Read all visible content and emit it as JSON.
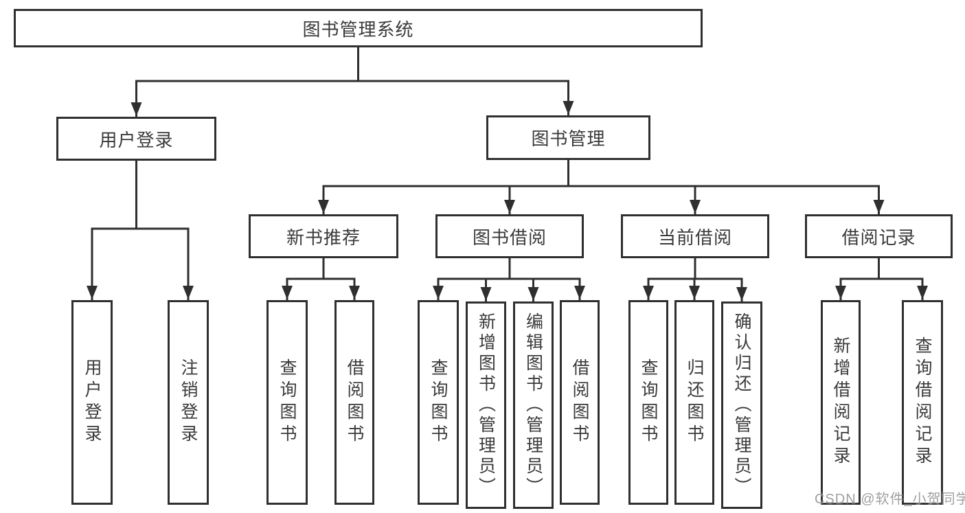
{
  "colors": {
    "line": "#2f2f2f",
    "box_border": "#2f2f2f",
    "text": "#3a3a3a",
    "background": "#ffffff",
    "watermark": "#8f8f8f"
  },
  "watermark": "CSDN @软件_小贺同学",
  "tree": {
    "root": {
      "label": "图书管理系统"
    },
    "branches": [
      {
        "label": "用户登录",
        "children": [
          {
            "label": "用户登录"
          },
          {
            "label": "注销登录"
          }
        ]
      },
      {
        "label": "图书管理",
        "children": [
          {
            "label": "新书推荐",
            "children": [
              {
                "label": "查询图书"
              },
              {
                "label": "借阅图书"
              }
            ]
          },
          {
            "label": "图书借阅",
            "children": [
              {
                "label": "查询图书"
              },
              {
                "label": "新增图书（管理员）"
              },
              {
                "label": "编辑图书（管理员）"
              },
              {
                "label": "借阅图书"
              }
            ]
          },
          {
            "label": "当前借阅",
            "children": [
              {
                "label": "查询图书"
              },
              {
                "label": "归还图书"
              },
              {
                "label": "确认归还（管理员）"
              }
            ]
          },
          {
            "label": "借阅记录",
            "children": [
              {
                "label": "新增借阅记录"
              },
              {
                "label": "查询借阅记录"
              }
            ]
          }
        ]
      }
    ]
  }
}
